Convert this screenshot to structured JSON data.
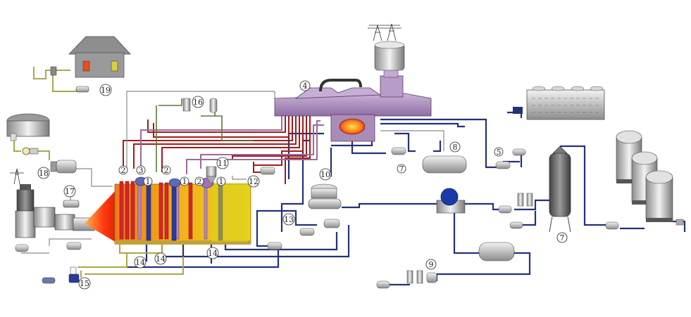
{
  "diagram": {
    "labels": {
      "n1a": "1",
      "n1b": "1",
      "n1c": "1",
      "n2a": "2",
      "n2b": "2",
      "n2c": "2",
      "n3": "3",
      "n4": "4",
      "n5": "5",
      "n7a": "7",
      "n7b": "7",
      "n8": "8",
      "n9": "9",
      "n10": "10",
      "n11": "11",
      "n12": "12",
      "n13": "13",
      "n14a": "14",
      "n14b": "14",
      "n14c": "14",
      "n15": "15",
      "n16": "16",
      "n17": "17",
      "n18": "18",
      "n19": "19"
    },
    "colors": {
      "water_pipe": "#24317a",
      "steam_pipe": "#a01c1c",
      "hot_pipe": "#c7342d",
      "gas_pipe": "#9c6a9c",
      "air_pipe": "#aaa84a",
      "fuel_pipe": "#5a7a3a",
      "kiln": "#a98cb8",
      "boiler_shell": "#e8c21a",
      "flame": "#ff4a1a"
    }
  }
}
